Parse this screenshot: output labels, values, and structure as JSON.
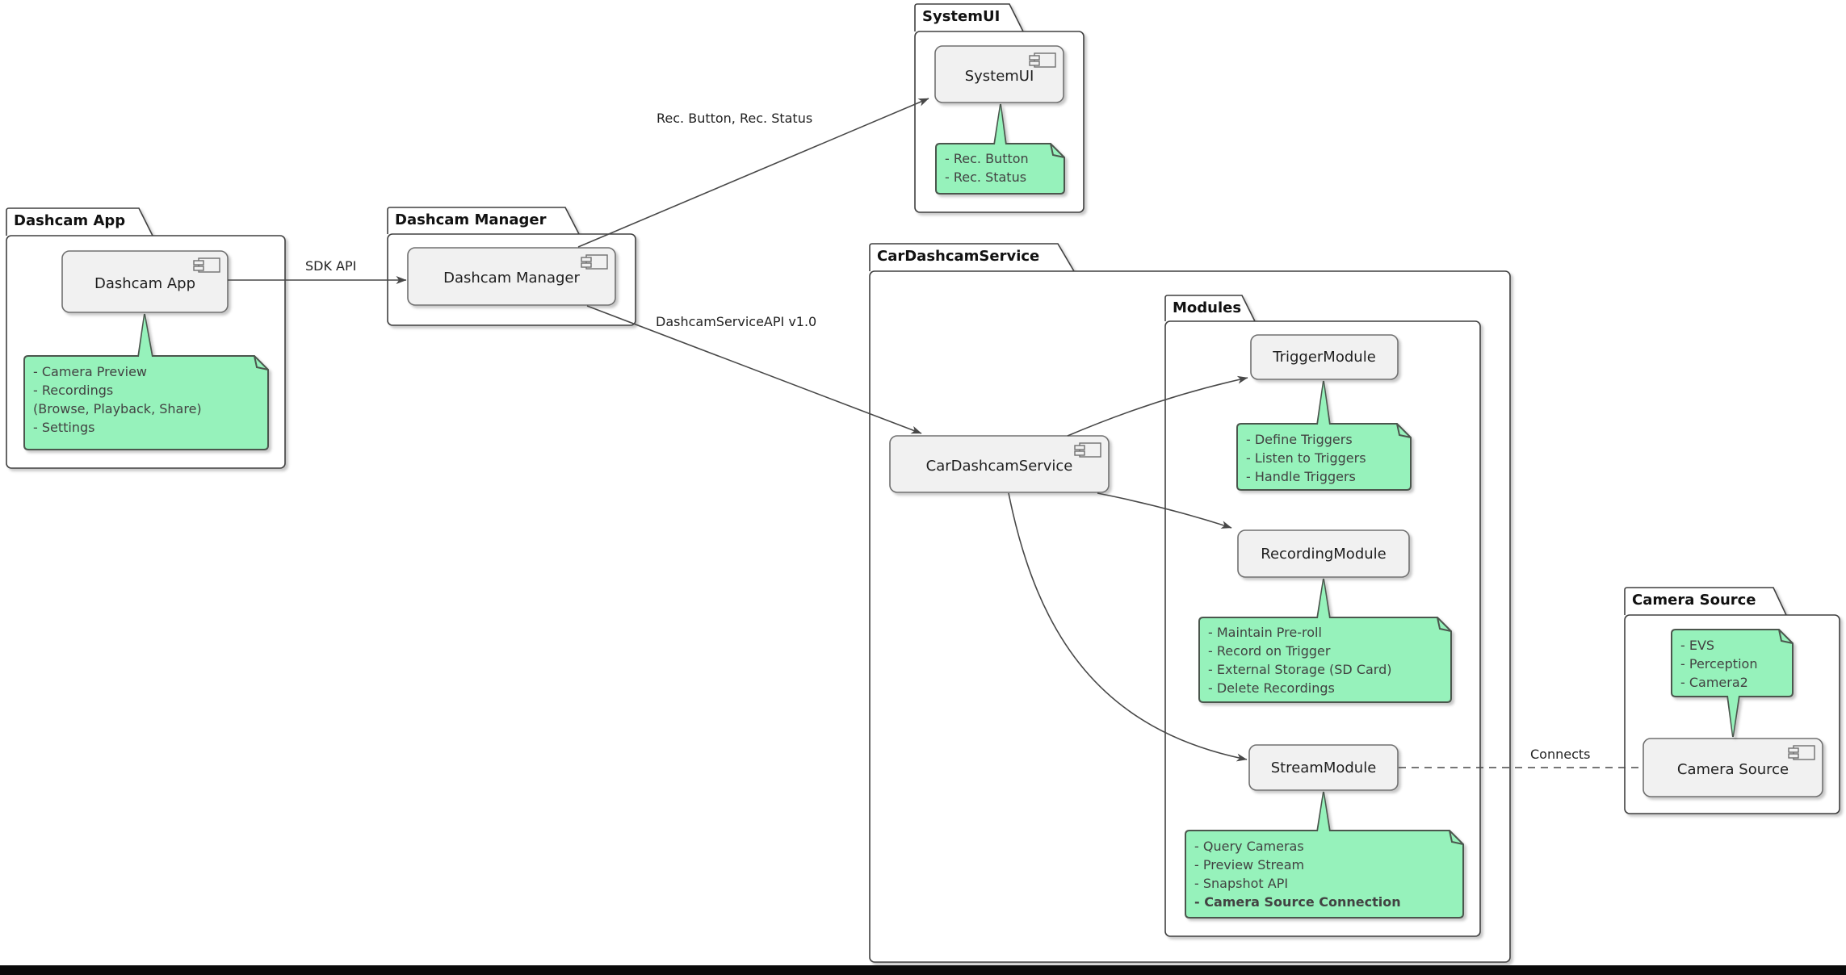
{
  "packages": {
    "dashcam_app": "Dashcam App",
    "dashcam_manager": "Dashcam Manager",
    "systemui": "SystemUI",
    "car_service": "CarDashcamService",
    "modules": "Modules",
    "camera_source": "Camera Source"
  },
  "components": {
    "dashcam_app": "Dashcam App",
    "dashcam_manager": "Dashcam Manager",
    "systemui": "SystemUI",
    "car_service": "CarDashcamService",
    "trigger_module": "TriggerModule",
    "recording_module": "RecordingModule",
    "stream_module": "StreamModule",
    "camera_source": "Camera Source"
  },
  "notes": {
    "dashcam_app": {
      "lines": [
        "- Camera Preview",
        "- Recordings",
        "(Browse, Playback, Share)",
        "- Settings"
      ]
    },
    "systemui": {
      "lines": [
        "- Rec. Button",
        "- Rec. Status"
      ]
    },
    "trigger": {
      "lines": [
        "- Define Triggers",
        "- Listen to Triggers",
        "- Handle Triggers"
      ]
    },
    "recording": {
      "lines": [
        "- Maintain Pre-roll",
        "- Record on Trigger",
        "- External Storage (SD Card)",
        "- Delete Recordings"
      ]
    },
    "stream": {
      "lines": [
        "- Query Cameras",
        "- Preview Stream",
        "- Snapshot API",
        "- Camera Source Connection"
      ]
    },
    "camera": {
      "lines": [
        "- EVS",
        "- Perception",
        "- Camera2"
      ]
    }
  },
  "edge_labels": {
    "sdk_api": "SDK API",
    "rec_button_status": "Rec. Button, Rec. Status",
    "service_api": "DashcamServiceAPI v1.0",
    "connects": "Connects"
  },
  "colors": {
    "note_fill": "#96F2BB",
    "note_border": "#4B564D",
    "component_fill": "#F1F1F1",
    "component_border": "#707070",
    "package_border": "#3F3F3F",
    "line": "#484848",
    "bottom_bar": "#0A0A0A"
  }
}
